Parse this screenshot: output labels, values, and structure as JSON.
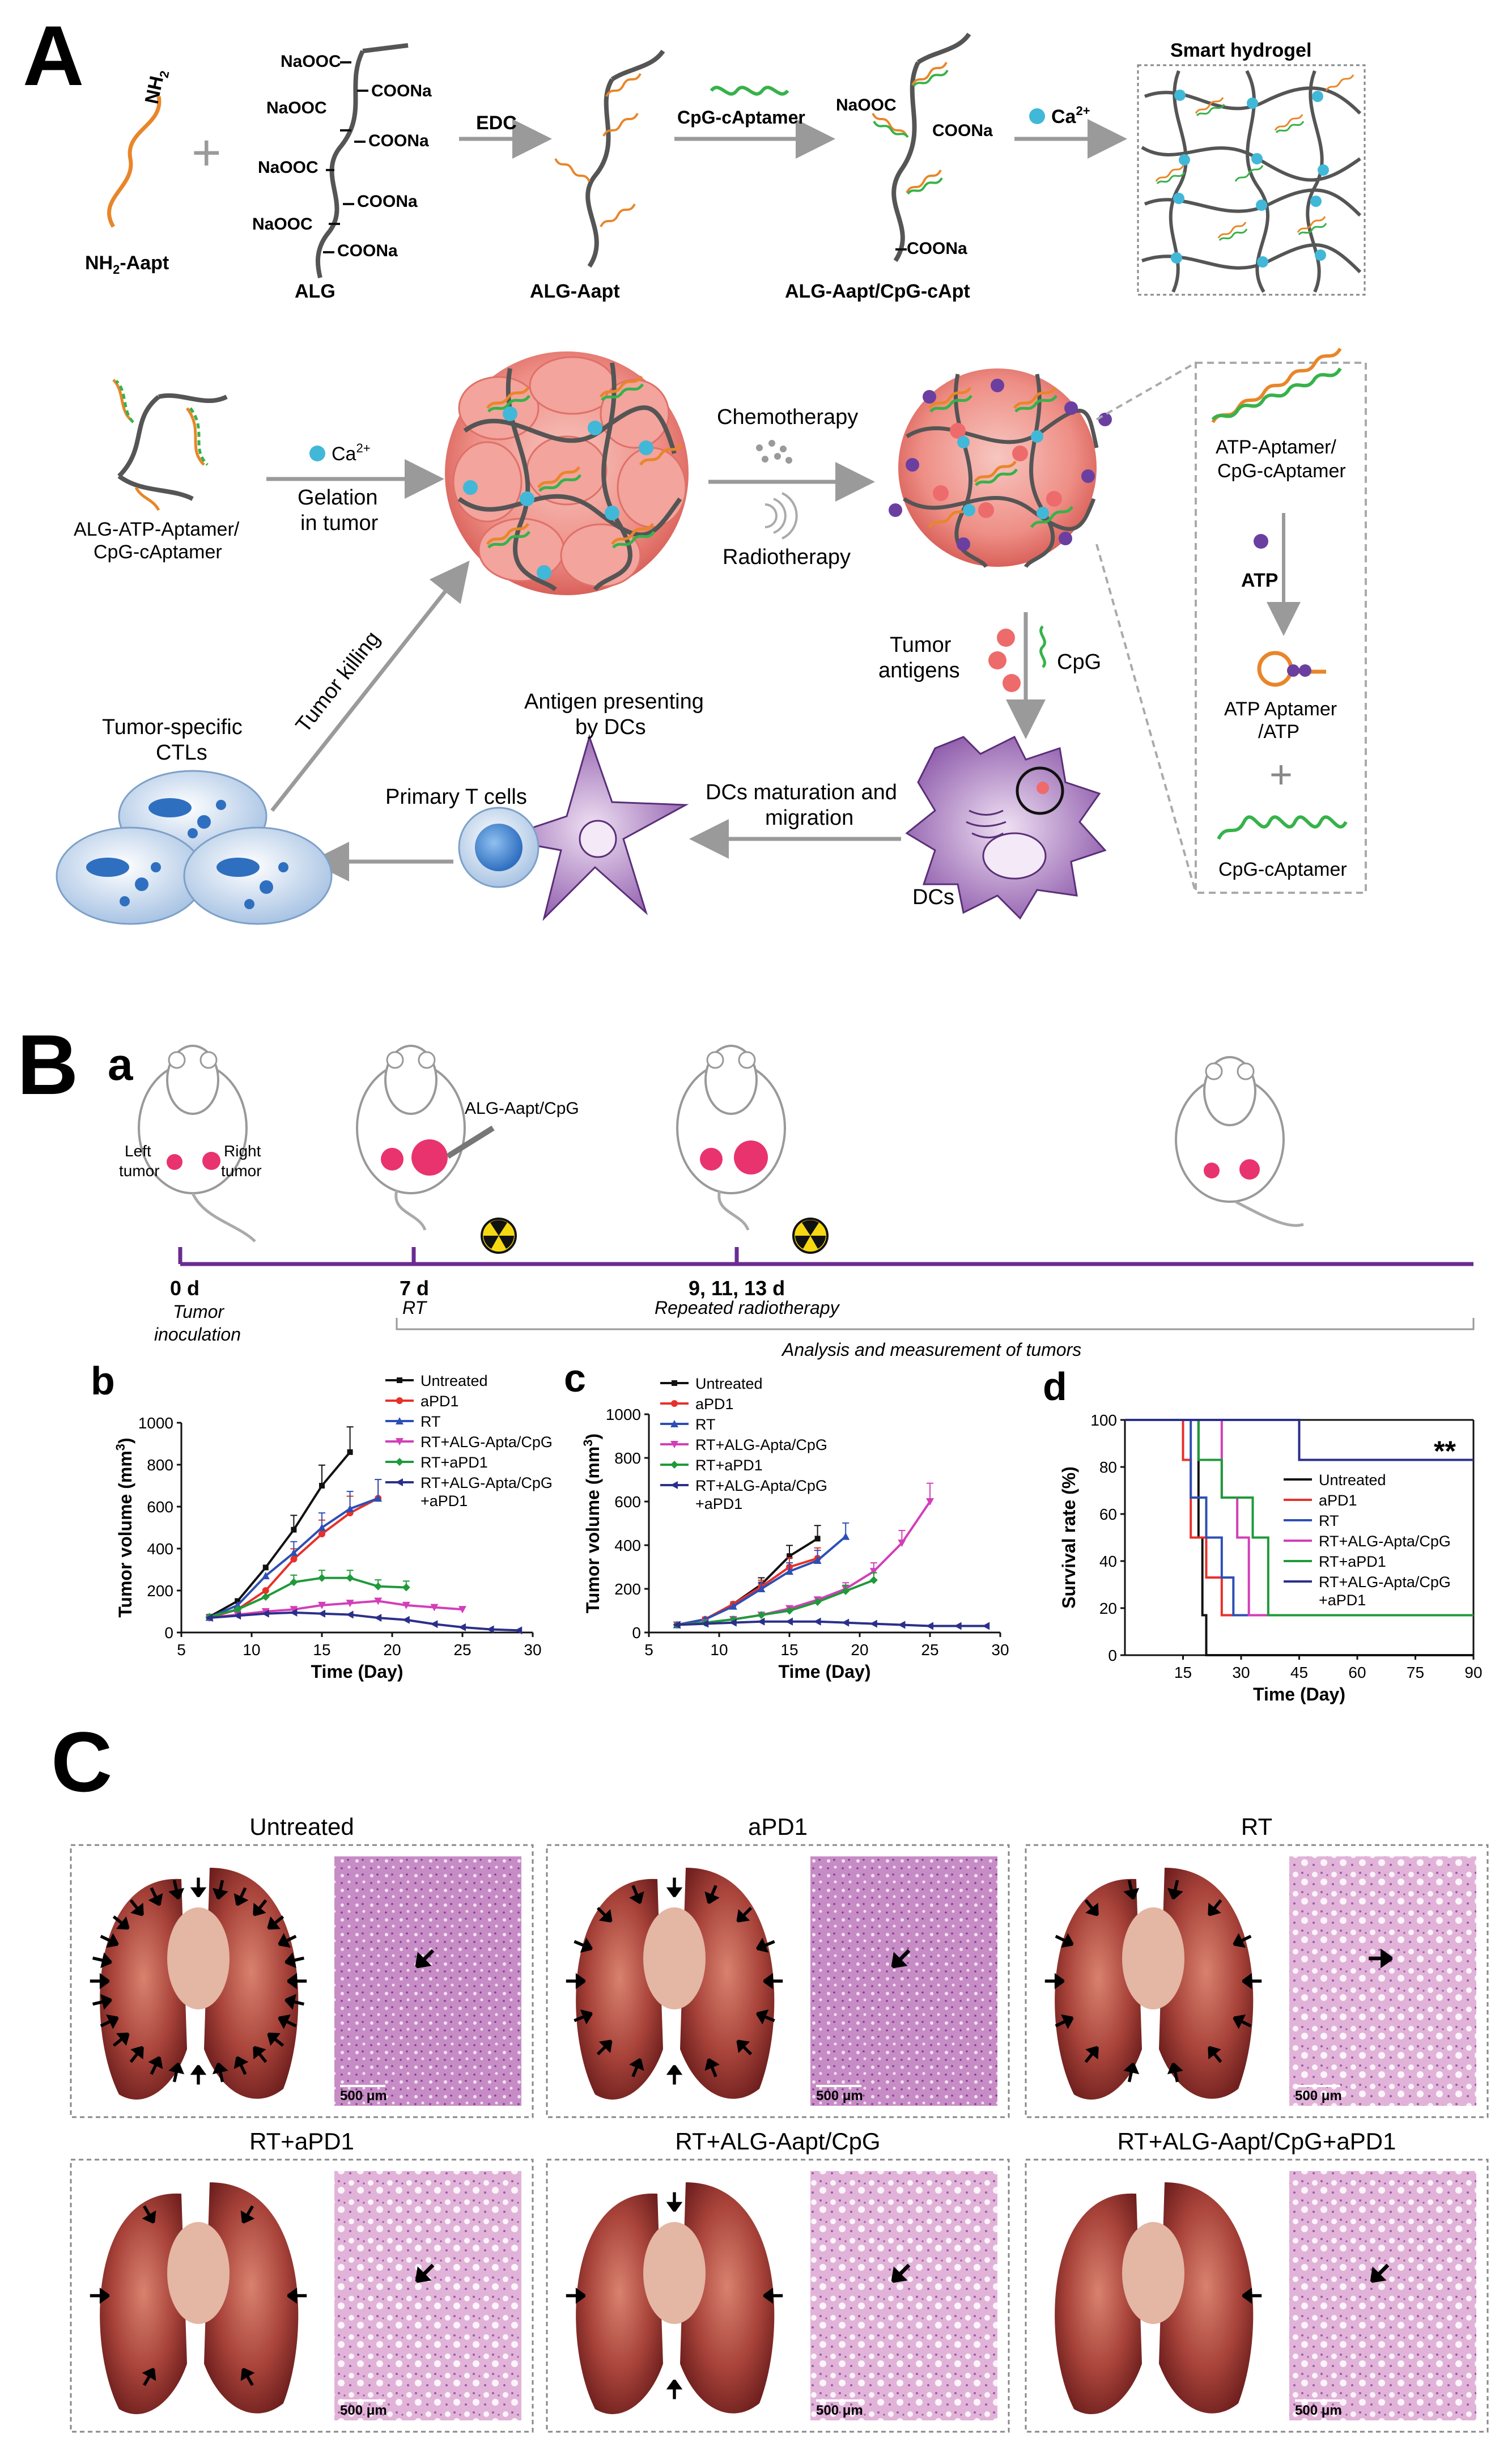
{
  "panelA": {
    "letter": "A",
    "nh2": "NH",
    "nh2_sub": "2",
    "reagent_nh2aapt": "NH",
    "reagent_nh2aapt_sub": "2",
    "reagent_nh2aapt_rest": "-Aapt",
    "alg_label": "ALG",
    "naooc": "NaOOC",
    "coona": "COONa",
    "edc": "EDC",
    "alg_aapt": "ALG-Aapt",
    "cpg_captamer": "CpG-cAptamer",
    "alg_aapt_cpg": "ALG-Aapt/CpG-cApt",
    "ca2": "Ca",
    "ca2_sup": "2+",
    "smart_hydrogel": "Smart hydrogel",
    "alg_atp_line1": "ALG-ATP-Aptamer/",
    "alg_atp_line2": "CpG-cAptamer",
    "gelation_line1": "Gelation",
    "gelation_line2": "in tumor",
    "chemotherapy": "Chemotherapy",
    "radiotherapy": "Radiotherapy",
    "tumor_antigens_line1": "Tumor",
    "tumor_antigens_line2": "antigens",
    "cpg": "CpG",
    "atp_aptamer_line1": "ATP-Aptamer/",
    "atp_aptamer_line2": "CpG-cAptamer",
    "atp": "ATP",
    "atp_complex_line1": "ATP Aptamer",
    "atp_complex_line2": "/ATP",
    "plus": "+",
    "cpg_captamer2": "CpG-cAptamer",
    "tumor_killing": "Tumor killing",
    "ctl_line1": "Tumor-specific",
    "ctl_line2": "CTLs",
    "antigen_line1": "Antigen presenting",
    "antigen_line2": "by DCs",
    "primary_t": "Primary T cells",
    "dc_mat_line1": "DCs maturation and",
    "dc_mat_line2": "migration",
    "dcs": "DCs"
  },
  "panelB": {
    "letter": "B",
    "sub_a": "a",
    "alg_aapt_cpg": "ALG-Aapt/CpG",
    "left_tumor_1": "Left",
    "left_tumor_2": "tumor",
    "right_tumor_1": "Right",
    "right_tumor_2": "tumor",
    "d0": "0 d",
    "d0_desc_1": "Tumor",
    "d0_desc_2": "inoculation",
    "d7": "7 d",
    "d7_desc": "RT",
    "d9": "9, 11, 13 d",
    "d9_desc": "Repeated radiotherapy",
    "analysis": "Analysis and measurement of tumors"
  },
  "charts_text": {
    "b_letter": "b",
    "c_letter": "c",
    "d_letter": "d",
    "tumor_ylabel": "Tumor volume (mm",
    "tumor_ylabel_sup": "3",
    "tumor_ylabel_end": ")",
    "time_xlabel": "Time (Day)",
    "surv_ylabel": "Survival rate (%)",
    "surv_xlabel": "Time (Day)",
    "significance": "**"
  },
  "chart_data": [
    {
      "type": "line",
      "panel": "b",
      "xlabel": "Time (Day)",
      "ylabel": "Tumor volume (mm3)",
      "xlim": [
        5,
        30
      ],
      "ylim": [
        0,
        1000
      ],
      "xticks": [
        5,
        10,
        15,
        20,
        25,
        30
      ],
      "yticks": [
        0,
        200,
        400,
        600,
        800,
        1000
      ],
      "legend_position": "top-right",
      "series": [
        {
          "name": "Untreated",
          "color": "#111111",
          "marker": "square",
          "x": [
            7,
            9,
            11,
            13,
            15,
            17
          ],
          "y": [
            75,
            150,
            310,
            490,
            700,
            860
          ]
        },
        {
          "name": "aPD1",
          "color": "#e8302a",
          "marker": "circle",
          "x": [
            7,
            9,
            11,
            13,
            15,
            17,
            19
          ],
          "y": [
            70,
            110,
            200,
            350,
            470,
            570,
            640
          ]
        },
        {
          "name": "RT",
          "color": "#2d4fb5",
          "marker": "triangle",
          "x": [
            7,
            9,
            11,
            13,
            15,
            17,
            19
          ],
          "y": [
            72,
            130,
            270,
            380,
            500,
            590,
            640
          ]
        },
        {
          "name": "RT+ALG-Apta/CpG",
          "color": "#d23fb8",
          "marker": "triangle-down",
          "x": [
            7,
            9,
            11,
            13,
            15,
            17,
            19,
            21,
            23,
            25
          ],
          "y": [
            70,
            85,
            100,
            110,
            130,
            140,
            150,
            130,
            120,
            110
          ]
        },
        {
          "name": "RT+aPD1",
          "color": "#1f9a3a",
          "marker": "diamond",
          "x": [
            7,
            9,
            11,
            13,
            15,
            17,
            19,
            21
          ],
          "y": [
            75,
            110,
            170,
            240,
            260,
            260,
            220,
            215
          ]
        },
        {
          "name": "RT+ALG-Apta/CpG +aPD1",
          "color": "#2b2f8a",
          "marker": "triangle-left",
          "x": [
            7,
            9,
            11,
            13,
            15,
            17,
            19,
            21,
            23,
            25,
            27,
            29
          ],
          "y": [
            70,
            80,
            90,
            95,
            90,
            85,
            70,
            60,
            40,
            25,
            15,
            10
          ]
        }
      ]
    },
    {
      "type": "line",
      "panel": "c",
      "xlabel": "Time (Day)",
      "ylabel": "Tumor volume (mm3)",
      "xlim": [
        5,
        30
      ],
      "ylim": [
        0,
        1000
      ],
      "xticks": [
        5,
        10,
        15,
        20,
        25,
        30
      ],
      "yticks": [
        0,
        200,
        400,
        600,
        800,
        1000
      ],
      "legend_position": "top-left",
      "series": [
        {
          "name": "Untreated",
          "color": "#111111",
          "marker": "square",
          "x": [
            7,
            9,
            11,
            13,
            15,
            17
          ],
          "y": [
            35,
            60,
            130,
            220,
            350,
            430
          ]
        },
        {
          "name": "aPD1",
          "color": "#e8302a",
          "marker": "circle",
          "x": [
            7,
            9,
            11,
            13,
            15,
            17
          ],
          "y": [
            35,
            60,
            130,
            210,
            300,
            340
          ]
        },
        {
          "name": "RT",
          "color": "#2d4fb5",
          "marker": "triangle",
          "x": [
            7,
            9,
            11,
            13,
            15,
            17,
            19
          ],
          "y": [
            35,
            60,
            120,
            200,
            280,
            330,
            440
          ]
        },
        {
          "name": "RT+ALG-Apta/CpG",
          "color": "#d23fb8",
          "marker": "triangle-down",
          "x": [
            7,
            9,
            11,
            13,
            15,
            17,
            19,
            21,
            23,
            25
          ],
          "y": [
            35,
            45,
            60,
            80,
            110,
            150,
            200,
            280,
            410,
            600
          ]
        },
        {
          "name": "RT+aPD1",
          "color": "#1f9a3a",
          "marker": "diamond",
          "x": [
            7,
            9,
            11,
            13,
            15,
            17,
            19,
            21
          ],
          "y": [
            35,
            45,
            60,
            80,
            100,
            140,
            190,
            240
          ]
        },
        {
          "name": "RT+ALG-Apta/CpG +aPD1",
          "color": "#2b2f8a",
          "marker": "triangle-left",
          "x": [
            7,
            9,
            11,
            13,
            15,
            17,
            19,
            21,
            23,
            25,
            27,
            29
          ],
          "y": [
            35,
            40,
            45,
            50,
            50,
            50,
            45,
            40,
            35,
            30,
            30,
            30
          ]
        }
      ]
    },
    {
      "type": "line",
      "step": true,
      "panel": "d",
      "xlabel": "Time (Day)",
      "ylabel": "Survival rate (%)",
      "xlim": [
        0,
        90
      ],
      "ylim": [
        0,
        100
      ],
      "xticks": [
        15,
        30,
        45,
        60,
        75,
        90
      ],
      "yticks": [
        0,
        20,
        40,
        60,
        80,
        100
      ],
      "legend_position": "right",
      "annotation": "**",
      "series": [
        {
          "name": "Untreated",
          "color": "#111111",
          "x": [
            0,
            19,
            20,
            21
          ],
          "y": [
            100,
            50,
            17,
            0
          ]
        },
        {
          "name": "aPD1",
          "color": "#e8302a",
          "x": [
            0,
            15,
            17,
            21,
            25,
            90
          ],
          "y": [
            100,
            83,
            50,
            33,
            17,
            17
          ]
        },
        {
          "name": "RT",
          "color": "#2d4fb5",
          "x": [
            0,
            17,
            21,
            25,
            28,
            90
          ],
          "y": [
            100,
            67,
            50,
            33,
            17,
            17
          ]
        },
        {
          "name": "RT+ALG-Apta/CpG",
          "color": "#d23fb8",
          "x": [
            0,
            25,
            29,
            32,
            90
          ],
          "y": [
            100,
            67,
            50,
            17,
            17
          ]
        },
        {
          "name": "RT+aPD1",
          "color": "#1f9a3a",
          "x": [
            0,
            19,
            25,
            33,
            37,
            90
          ],
          "y": [
            100,
            83,
            67,
            50,
            17,
            17
          ]
        },
        {
          "name": "RT+ALG-Apta/CpG +aPD1",
          "color": "#2b2f8a",
          "x": [
            0,
            45,
            90
          ],
          "y": [
            100,
            83,
            83
          ]
        }
      ]
    }
  ],
  "panelC": {
    "letter": "C",
    "scale": "500 μm",
    "panels": [
      {
        "title": "Untreated"
      },
      {
        "title": "aPD1"
      },
      {
        "title": "RT"
      },
      {
        "title": "RT+aPD1"
      },
      {
        "title": "RT+ALG-Aapt/CpG"
      },
      {
        "title": "RT+ALG-Aapt/CpG+aPD1"
      }
    ]
  }
}
